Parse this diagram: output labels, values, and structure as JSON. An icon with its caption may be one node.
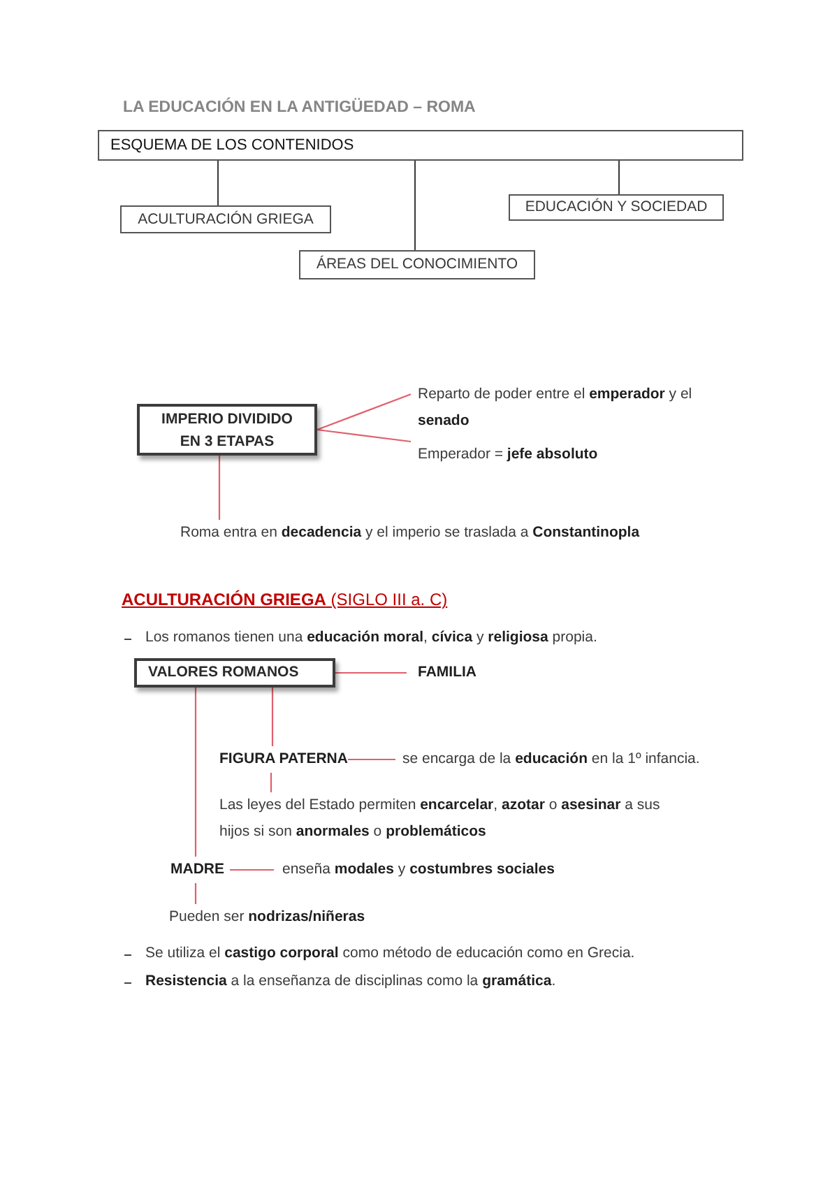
{
  "diagram": {
    "title": "LA EDUCACIÓN EN LA ANTIGÜEDAD – ROMA",
    "nodes": [
      {
        "text": [
          "ESQUEMA DE LOS CONTENIDOS"
        ]
      },
      {
        "text": [
          "ACULTURACIÓN GRIEGA"
        ]
      },
      {
        "text": [
          "ÁREAS DEL CONOCIMIENTO"
        ]
      },
      {
        "text": [
          "EDUCACIÓN Y SOCIEDAD"
        ]
      },
      {
        "text": [
          "IMPERIO DIVIDIDO EN 3 ETAPAS"
        ]
      },
      {
        "text": [
          "Reparto de poder entre el **emperador** y el **senado**"
        ]
      },
      {
        "text": [
          "Emperador = **jefe absoluto**"
        ]
      },
      {
        "text": [
          "Roma entra en **decadencia** y el imperio se traslada a **Constantinopla**"
        ]
      },
      {
        "text": [
          "VALORES ROMANOS"
        ]
      },
      {
        "text": [
          "FAMILIA"
        ]
      },
      {
        "text": [
          "FIGURA PATERNA"
        ]
      },
      {
        "text": [
          "se encarga de la **educación** en la 1º infancia."
        ]
      },
      {
        "text": [
          "Las leyes del Estado permiten **encarcelar**, **azotar** o **asesinar** a sus hijos si son **anormales** o **problemáticos**"
        ]
      },
      {
        "text": [
          "MADRE"
        ]
      },
      {
        "text": [
          "enseña **modales** y **costumbres sociales**"
        ]
      },
      {
        "text": [
          "Pueden ser **nodrizas/niñeras**"
        ]
      }
    ],
    "edges": [
      {
        "from": 0,
        "to": 1,
        "arrow": "none",
        "color": "#404040"
      },
      {
        "from": 0,
        "to": 2,
        "arrow": "none",
        "color": "#404040"
      },
      {
        "from": 0,
        "to": 3,
        "arrow": "none",
        "color": "#404040"
      },
      {
        "from": 4,
        "to": 5,
        "arrow": "none"
      },
      {
        "from": 4,
        "to": 6,
        "arrow": "none"
      },
      {
        "from": 4,
        "to": 7,
        "arrow": "none"
      },
      {
        "from": 8,
        "to": 9,
        "arrow": "none"
      },
      {
        "from": 8,
        "to": 10,
        "arrow": "none"
      },
      {
        "from": 8,
        "to": 13,
        "arrow": "none"
      },
      {
        "from": 10,
        "to": 11,
        "arrow": "none"
      },
      {
        "from": 10,
        "to": 12,
        "arrow": "none"
      },
      {
        "from": 13,
        "to": 14,
        "arrow": "none"
      },
      {
        "from": 13,
        "to": 15,
        "arrow": "none"
      }
    ],
    "labels": [
      "**ACULTURACIÓN GRIEGA** (SIGLO III a. C)",
      "Los romanos tienen una **educación moral**, **cívica** y **religiosa** propia.",
      "Se utiliza el **castigo corporal** como método de educación como en Grecia.",
      "**Resistencia** a la enseñanza de disciplinas como la **gramática**."
    ]
  }
}
